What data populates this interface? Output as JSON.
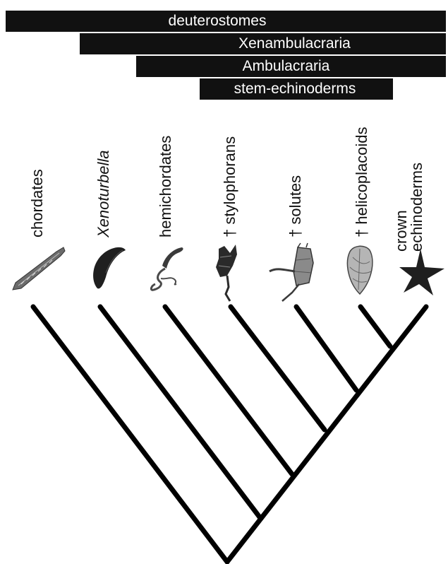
{
  "clade_bars": [
    {
      "label": "deuterostomes"
    },
    {
      "label": "Xenambulacraria"
    },
    {
      "label": "Ambulacraria"
    },
    {
      "label": "stem-echinoderms"
    }
  ],
  "taxa": [
    {
      "label": "chordates",
      "italic": false,
      "icon": "lancelet-icon"
    },
    {
      "label": "Xenoturbella",
      "italic": true,
      "icon": "xenoturbella-worm-icon"
    },
    {
      "label": "hemichordates",
      "italic": false,
      "icon": "acorn-worm-icon"
    },
    {
      "label": "† stylophorans",
      "italic": false,
      "icon": "stylophoran-fossil-icon"
    },
    {
      "label": "† solutes",
      "italic": false,
      "icon": "solute-fossil-icon"
    },
    {
      "label": "† helicoplacoids",
      "italic": false,
      "icon": "helicoplacoid-fossil-icon"
    },
    {
      "label_line1": "crown",
      "label_line2": "echinoderms",
      "italic": false,
      "icon": "starfish-icon"
    }
  ],
  "colors": {
    "bar_background": "#111111",
    "bar_text": "#ffffff",
    "branch": "#000000",
    "text": "#111111"
  }
}
